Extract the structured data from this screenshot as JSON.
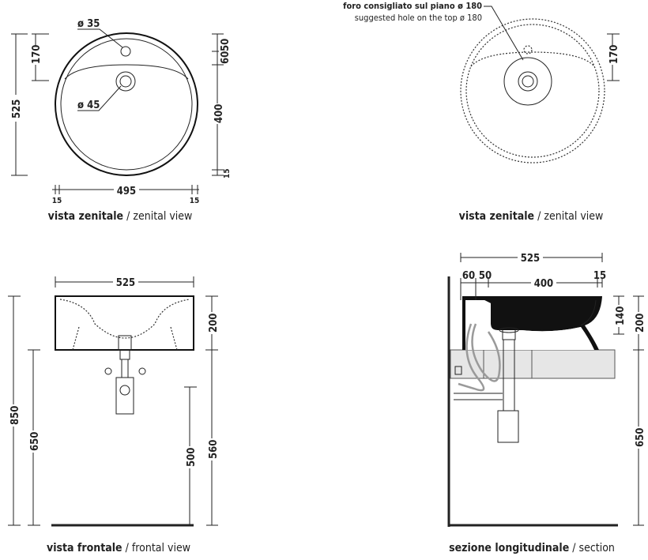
{
  "views": {
    "top_left": {
      "caption_bold": "vista zenitale",
      "caption_sep": " / ",
      "caption_light": "zenital view",
      "dims": {
        "d_tap": "ø 35",
        "d_drain": "ø 45",
        "overall_depth": "525",
        "tap_offset": "170",
        "right_a": "50",
        "right_b": "60",
        "basin": "400",
        "rim_bottom": "15",
        "width": "495",
        "rim_left": "15",
        "rim_right": "15"
      }
    },
    "top_right": {
      "caption_bold": "vista zenitale",
      "caption_sep": " / ",
      "caption_light": "zenital view",
      "note_it": "foro consigliato sul piano ø 180",
      "note_en": "suggested hole on the top ø 180",
      "dims": {
        "offset": "170"
      }
    },
    "bottom_left": {
      "caption_bold": "vista frontale",
      "caption_sep": " / ",
      "caption_light": "frontal view",
      "dims": {
        "width": "525",
        "height": "200",
        "total": "850",
        "counter": "650",
        "trap": "500",
        "outlet": "560"
      }
    },
    "bottom_right": {
      "caption_bold": "sezione longitudinale",
      "caption_sep": " / ",
      "caption_light": "section",
      "dims": {
        "length": "525",
        "a": "60",
        "b": "50",
        "c": "400",
        "d": "15",
        "inner": "140",
        "height": "200",
        "counter": "650"
      }
    }
  },
  "colors": {
    "line": "#222222",
    "counter": "#e6e6e6",
    "pipe": "#9a9a9a"
  }
}
